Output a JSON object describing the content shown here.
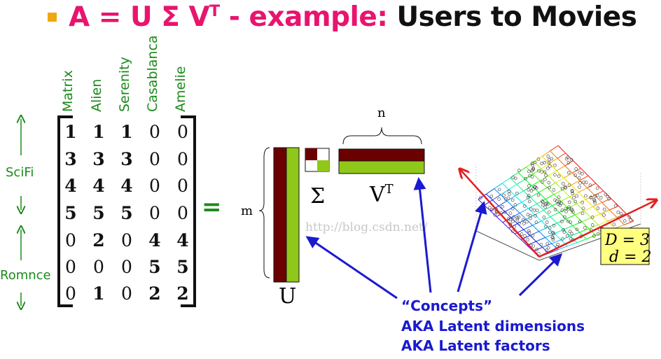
{
  "title": {
    "part1": "A = U Σ V",
    "superscript": "T",
    "part2": " - example:",
    "part3": " Users to Movies"
  },
  "columns": [
    "Matrix",
    "Alien",
    "Serenity",
    "Casablanca",
    "Amelie"
  ],
  "row_groups": [
    "SciFi",
    "Romnce"
  ],
  "matrix": [
    [
      1,
      1,
      1,
      0,
      0
    ],
    [
      3,
      3,
      3,
      0,
      0
    ],
    [
      4,
      4,
      4,
      0,
      0
    ],
    [
      5,
      5,
      5,
      0,
      0
    ],
    [
      0,
      2,
      0,
      4,
      4
    ],
    [
      0,
      0,
      0,
      5,
      5
    ],
    [
      0,
      1,
      0,
      2,
      2
    ]
  ],
  "equals": "=",
  "labels": {
    "m": "m",
    "n": "n",
    "U": "U",
    "Sigma": "Σ",
    "V": "V",
    "VT_sup": "T"
  },
  "watermark": "http://blog.csdn.net/",
  "box": {
    "line1": "D = 3",
    "line2": "d = 2"
  },
  "concepts": [
    "“Concepts”",
    "AKA Latent dimensions",
    "AKA Latent factors"
  ],
  "colors": {
    "pink": "#e8146e",
    "green": "#1a8a1a",
    "darkred": "#6b0000",
    "lime": "#8fc81a",
    "blue": "#1a1ad0",
    "red": "#e02020",
    "yellow": "#ffff80"
  }
}
